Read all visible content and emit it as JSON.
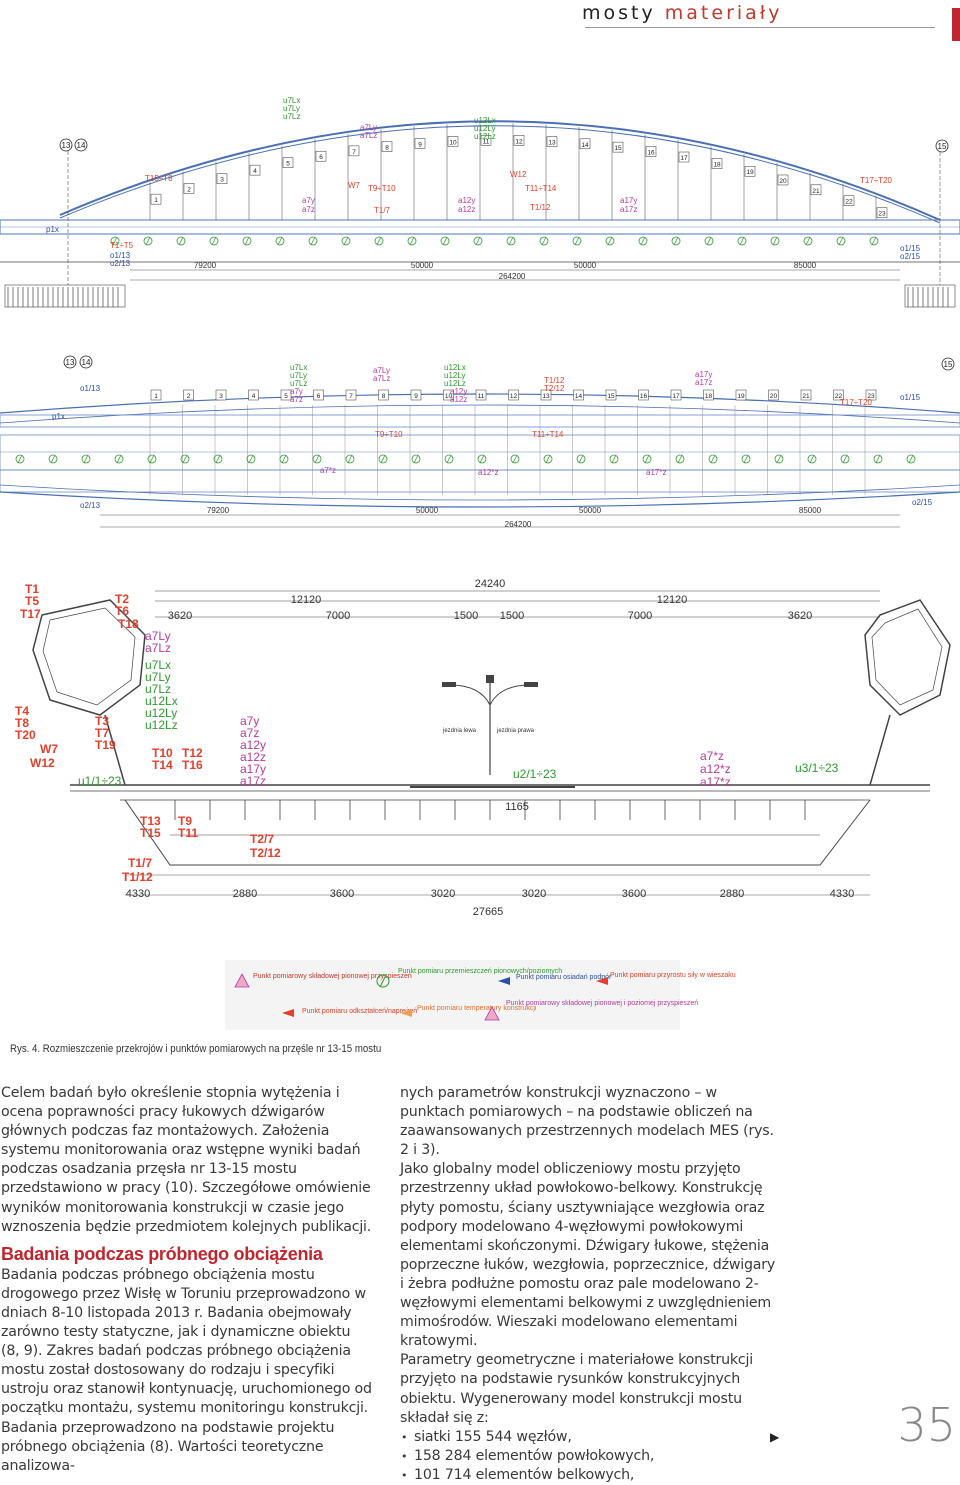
{
  "header": {
    "title_part1": "mosty",
    "title_part2": "materiały"
  },
  "figure": {
    "elevation": {
      "pier_left_a": "13",
      "pier_left_b": "14",
      "pier_right": "15",
      "hanger_numbers": [
        "1",
        "2",
        "3",
        "4",
        "5",
        "6",
        "7",
        "8",
        "9",
        "10",
        "11",
        "12",
        "13",
        "14",
        "15",
        "16",
        "17",
        "18",
        "19",
        "20",
        "21",
        "22",
        "23"
      ],
      "dims": [
        "79200",
        "50000",
        "50000",
        "85000"
      ],
      "total": "264200",
      "labels_green": [
        "u7Lx",
        "u7Ly",
        "u7Lz",
        "u12Lx",
        "u12Ly",
        "u12Lz"
      ],
      "labels_magenta": [
        "a7Ly",
        "a7Lz",
        "a7y",
        "a7z",
        "a12y",
        "a12z",
        "a17y",
        "a17z"
      ],
      "labels_red": [
        "T15÷T8",
        "T1÷T5",
        "T17÷T20",
        "W7",
        "W12",
        "T1/7",
        "T1/12",
        "T9÷T10",
        "T11÷T14"
      ],
      "labels_blue": [
        "p1x",
        "o1/13",
        "o2/13",
        "o1/15",
        "o2/15"
      ]
    },
    "plan": {
      "pier_left_a": "13",
      "pier_left_b": "14",
      "pier_right": "15",
      "hanger_numbers": [
        "1",
        "2",
        "3",
        "4",
        "5",
        "6",
        "7",
        "8",
        "9",
        "10",
        "11",
        "12",
        "13",
        "14",
        "15",
        "16",
        "17",
        "18",
        "19",
        "20",
        "21",
        "22",
        "23"
      ],
      "dims": [
        "79200",
        "50000",
        "50000",
        "85000"
      ],
      "total": "264200",
      "labels_green": [
        "u7Lx",
        "u7Ly",
        "u7Lz",
        "u12Lx",
        "u12Ly",
        "u12Lz"
      ],
      "labels_magenta": [
        "a7Ly",
        "a7Lz",
        "a7y",
        "a7z",
        "a12y",
        "a12z",
        "a17y",
        "a17z",
        "a7*z",
        "a12*z",
        "a17*z"
      ],
      "labels_red": [
        "T1/12",
        "T2/12",
        "T9÷T10",
        "T11÷T14",
        "T17÷T20"
      ],
      "labels_blue": [
        "p1x",
        "o1/13",
        "o2/13",
        "o1/15",
        "o2/15"
      ]
    },
    "section": {
      "top_total": "24240",
      "top_dims": [
        "3620",
        "12120",
        "7000",
        "1500",
        "1500",
        "12120",
        "7000",
        "3620"
      ],
      "bottom_dims": [
        "4330",
        "2880",
        "3600",
        "3020",
        "3020",
        "3600",
        "2880",
        "4330"
      ],
      "bottom_total": "27665",
      "mid_dim": "1165",
      "lane_left": "jezdnia lewa",
      "lane_right": "jezdnia prawa",
      "labels_red_left": [
        "T1",
        "T5",
        "T17",
        "T2",
        "T6",
        "T18",
        "T4",
        "T8",
        "T20",
        "T3",
        "T7",
        "T19",
        "W7",
        "W12",
        "T10",
        "T12",
        "T14",
        "T16",
        "T9",
        "T11",
        "T13",
        "T15",
        "T2/7",
        "T2/12",
        "T1/7",
        "T1/12"
      ],
      "labels_magenta": [
        "a7Ly",
        "a7Lz",
        "a7y",
        "a7z",
        "a12y",
        "a12z",
        "a17y",
        "a17z",
        "a7*z",
        "a12*z",
        "a17*z"
      ],
      "labels_green": [
        "u7Lx",
        "u7Ly",
        "u7Lz",
        "u12Lx",
        "u12Ly",
        "u12Lz",
        "u1/1÷23",
        "u2/1÷23",
        "u3/1÷23"
      ]
    },
    "legend": {
      "item1": "Punkt pomiarowy składowej pionowej przyspieszeń",
      "item2": "Punkt pomiaru przemieszczeń pionowych/poziomych",
      "item3": "Punkt pomiaru osiadań podpór",
      "item4": "Punkt pomiaru przyrostu siły w wieszaku",
      "item5": "Punkt pomiaru odkształceń/naprężeń",
      "item6": "Punkt pomiaru temperatury konstrukcji",
      "item7": "Punkt pomiarowy składowej pionowej i poziomej przyspieszeń"
    }
  },
  "caption": "Rys. 4. Rozmieszczenie przekrojów i punktów pomiarowych na przęśle nr 13-15 mostu",
  "col1": {
    "p1": "Celem badań było określenie stopnia wytężenia i ocena poprawności pracy łukowych dźwigarów głównych podczas faz montażowych. Założenia systemu monitorowania oraz wstępne wyniki badań podczas osadzania przęsła nr 13-15 mostu przedstawiono w pracy (10). Szczegółowe omówienie wyników monitorowania konstrukcji w czasie jego wznoszenia będzie przedmiotem kolejnych publikacji.",
    "heading": "Badania podczas próbnego obciążenia",
    "p2": "Badania podczas próbnego obciążenia mostu drogowego przez Wisłę w Toruniu przeprowadzono w dniach 8-10 listopada 2013 r. Badania obejmowały zarówno testy statyczne, jak i dynamiczne obiektu (8, 9). Zakres badań podczas próbnego obciążenia mostu został dostosowany do rodzaju i specyfiki ustroju oraz stanowił kontynuację, uruchomionego od początku montażu, systemu monitoringu konstrukcji. Badania przeprowadzono na podstawie projektu próbnego obciążenia (8). Wartości teoretyczne analizowa-"
  },
  "col2": {
    "p1": "nych parametrów konstrukcji wyznaczono – w punktach pomiarowych – na podstawie obliczeń na zaawansowanych przestrzennych modelach MES (rys. 2 i 3).",
    "p2": "Jako globalny model obliczeniowy mostu przyjęto przestrzenny układ powłokowo-belkowy. Konstrukcję płyty pomostu, ściany usztywniające wezgłowia oraz podpory modelowano 4-węzłowymi powłokowymi elementami skończonymi. Dźwigary łukowe, stężenia poprzeczne łuków, wezgłowia, poprzecznice, dźwigary i żebra podłużne pomostu oraz pale modelowano 2-węzłowymi elementami belkowymi z uwzględnieniem mimośrodów. Wieszaki modelowano elementami kratowymi.",
    "p3": "Parametry geometryczne i materiałowe konstrukcji przyjęto na podstawie rysunków konstrukcyjnych obiektu. Wygenerowany model konstrukcji mostu składał się z:",
    "list": [
      "siatki 155 544 węzłów,",
      "158 284 elementów powłokowych,",
      "101 714 elementów belkowych,"
    ]
  },
  "page_number": "35",
  "continue_glyph": "▶"
}
